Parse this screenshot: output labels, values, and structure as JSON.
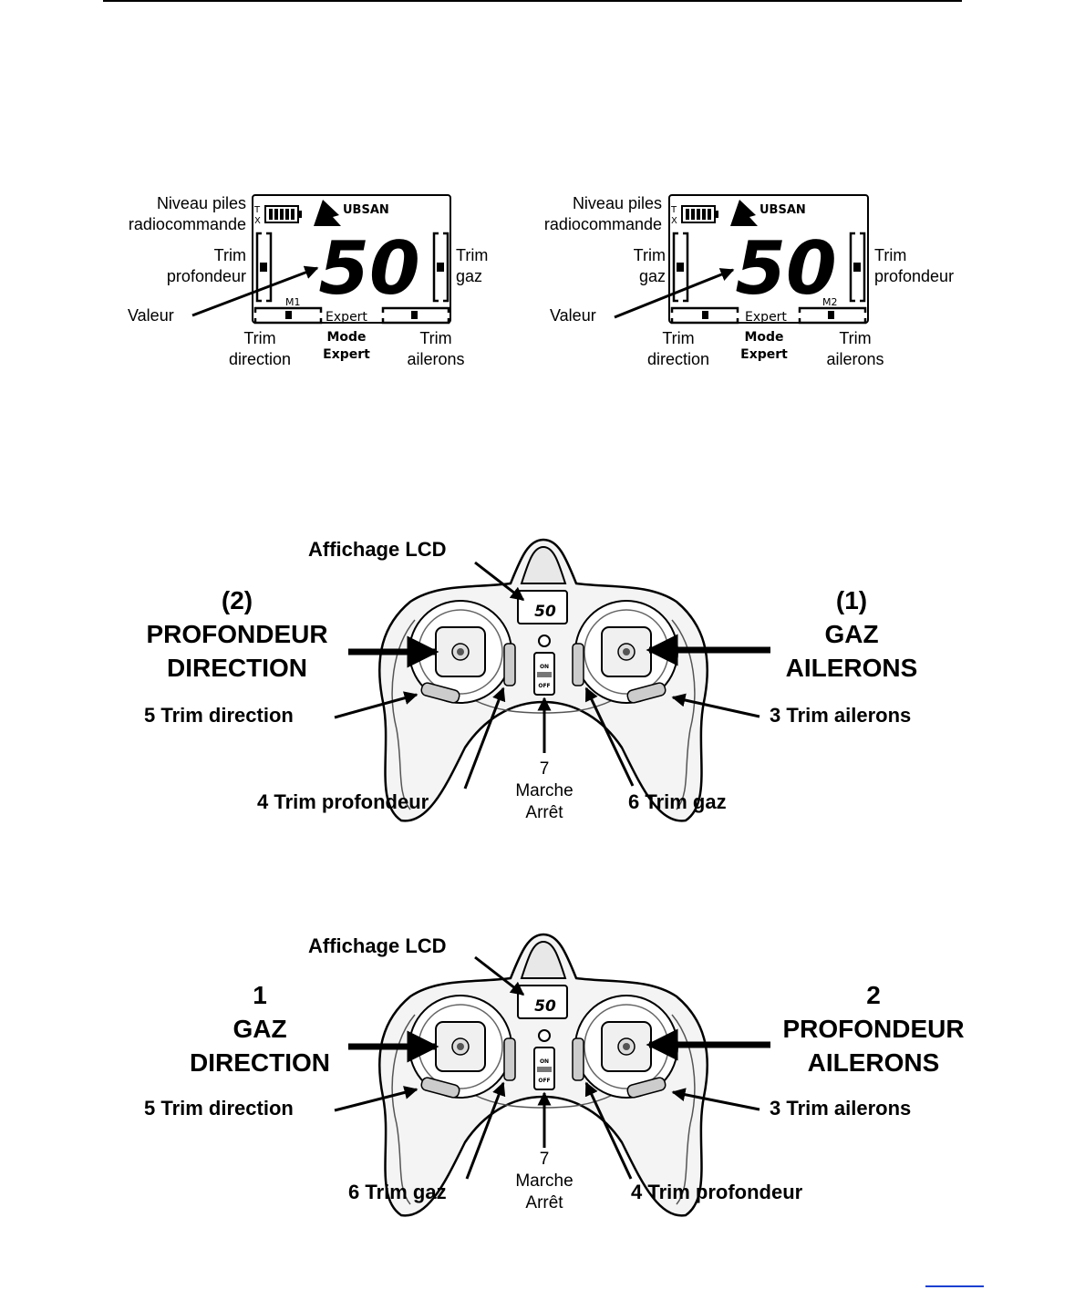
{
  "lcd_panels": [
    {
      "battery_label": [
        "Niveau piles",
        "radiocommande"
      ],
      "left_trim": [
        "Trim",
        "profondeur"
      ],
      "right_trim": [
        "Trim",
        "gaz"
      ],
      "value_label": "Valeur",
      "bottom_left": [
        "Trim",
        "direction"
      ],
      "bottom_mid": [
        "Mode",
        "Expert"
      ],
      "bottom_right": [
        "Trim",
        "ailerons"
      ],
      "screen": {
        "tx": [
          "T",
          "X"
        ],
        "brand": "UBSAN",
        "value": "50",
        "mode_code": "M1",
        "mode_text": "Expert"
      }
    },
    {
      "battery_label": [
        "Niveau piles",
        "radiocommande"
      ],
      "left_trim": [
        "Trim",
        "gaz"
      ],
      "right_trim": [
        "Trim",
        "profondeur"
      ],
      "value_label": "Valeur",
      "bottom_left": [
        "Trim",
        "direction"
      ],
      "bottom_mid": [
        "Mode",
        "Expert"
      ],
      "bottom_right": [
        "Trim",
        "ailerons"
      ],
      "screen": {
        "tx": [
          "T",
          "X"
        ],
        "brand": "UBSAN",
        "value": "50",
        "mode_code": "M2",
        "mode_text": "Expert"
      }
    }
  ],
  "controllers": [
    {
      "lcd_label": "Affichage LCD",
      "left_stick": [
        "(2)",
        "PROFONDEUR",
        "DIRECTION"
      ],
      "right_stick": [
        "(1)",
        "GAZ",
        "AILERONS"
      ],
      "trim_5": "5 Trim direction",
      "trim_3": "3 Trim ailerons",
      "bottom_left": "4 Trim profondeur",
      "power": [
        "7",
        "Marche",
        "Arrêt"
      ],
      "bottom_right": "6 Trim gaz",
      "device": {
        "screen_value": "50",
        "switch_on": "ON",
        "switch_off": "OFF"
      }
    },
    {
      "lcd_label": "Affichage LCD",
      "left_stick": [
        "1",
        "GAZ",
        "DIRECTION"
      ],
      "right_stick": [
        "2",
        "PROFONDEUR",
        "AILERONS"
      ],
      "trim_5": "5 Trim direction",
      "trim_3": "3 Trim ailerons",
      "bottom_left": "6 Trim gaz",
      "power": [
        "7",
        "Marche",
        "Arrêt"
      ],
      "bottom_right": "4 Trim profondeur",
      "device": {
        "screen_value": "50",
        "switch_on": "ON",
        "switch_off": "OFF"
      }
    }
  ]
}
